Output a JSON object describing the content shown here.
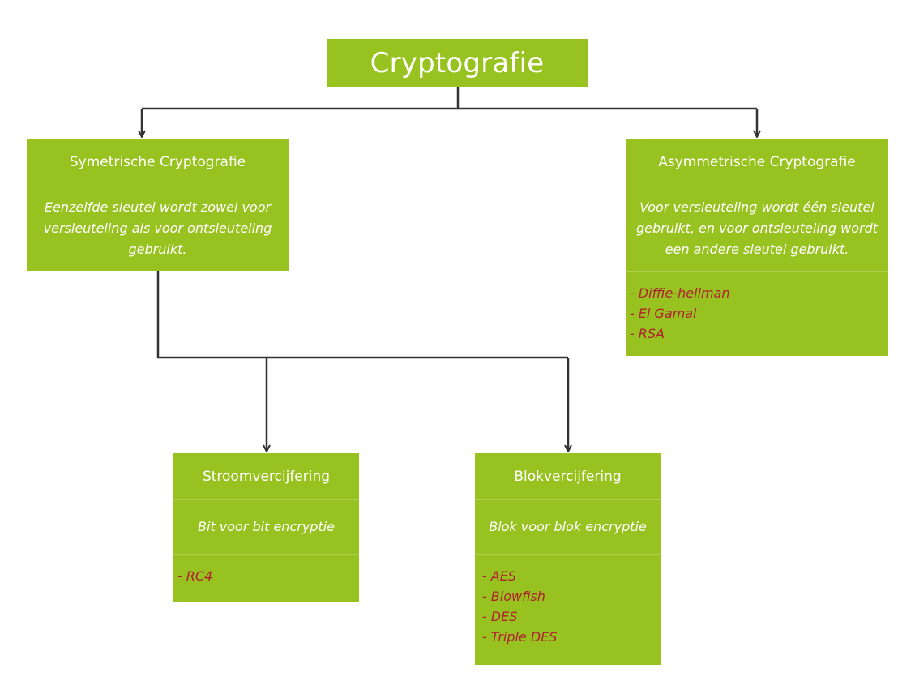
{
  "root": {
    "title": "Cryptografie"
  },
  "symmetric": {
    "title": "Symetrische Cryptografie",
    "description": "Eenzelfde sleutel wordt zowel voor versleuteling als voor ontsleuteling gebruikt."
  },
  "asymmetric": {
    "title": "Asymmetrische Cryptografie",
    "description": "Voor versleuteling wordt één sleutel gebruikt, en voor ontsleuteling wordt een andere sleutel gebruikt.",
    "algorithms": [
      "Diffie-hellman",
      "El Gamal",
      "RSA"
    ]
  },
  "stream": {
    "title": "Stroomvercijfering",
    "description": "Bit voor bit encryptie",
    "algorithms": [
      "RC4"
    ]
  },
  "block": {
    "title": "Blokvercijfering",
    "description": "Blok voor blok encryptie",
    "algorithms": [
      "AES",
      "Blowfish",
      "DES",
      "Triple DES"
    ]
  },
  "list_prefix": "-",
  "colors": {
    "node_fill": "#98c21f",
    "node_text": "#ffffff",
    "algorithm_text": "#b0212f",
    "connector": "#333333"
  }
}
